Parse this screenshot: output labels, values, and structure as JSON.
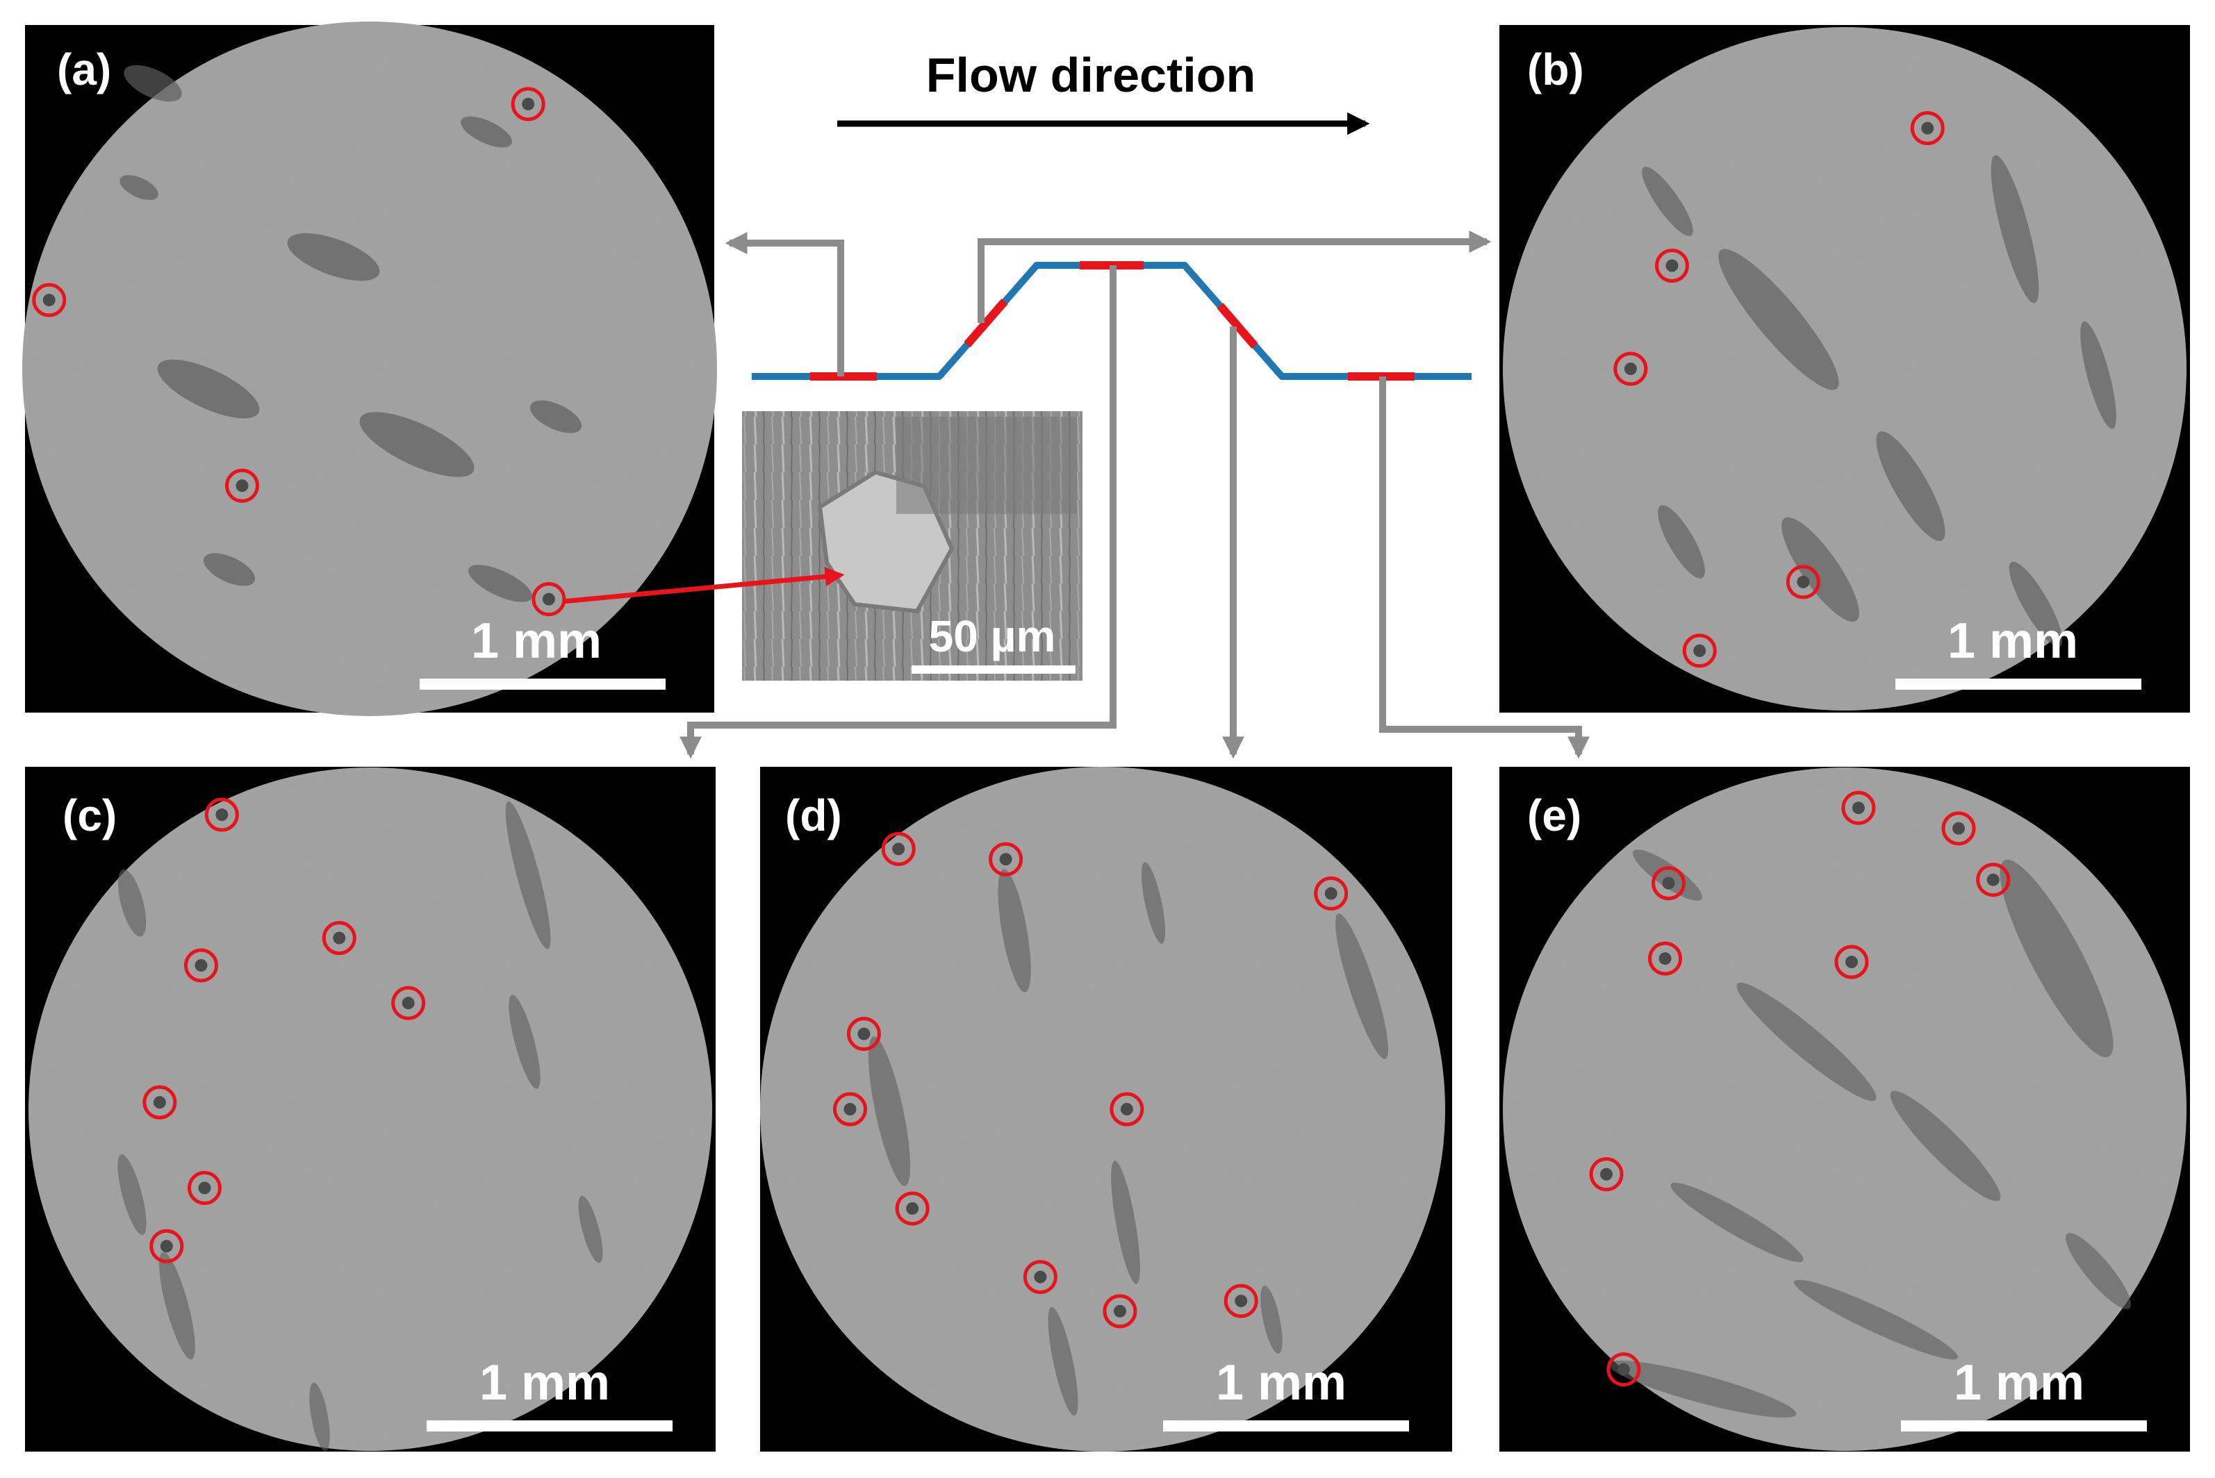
{
  "flow": {
    "label": "Flow direction"
  },
  "inset": {
    "scale_label": "50 µm"
  },
  "colors": {
    "path_blue": "#1f77b4",
    "highlight_red": "#e8141c",
    "arrow_gray": "#8c8c8c",
    "circle_red": "#e8141c"
  },
  "panels": [
    {
      "id": "a",
      "label": "(a)",
      "scale_label": "1 mm",
      "marked_particles": [
        [
          0.73,
          0.115
        ],
        [
          0.035,
          0.4
        ],
        [
          0.315,
          0.67
        ],
        [
          0.76,
          0.835
        ]
      ]
    },
    {
      "id": "b",
      "label": "(b)",
      "scale_label": "1 mm",
      "marked_particles": [
        [
          0.62,
          0.15
        ],
        [
          0.25,
          0.35
        ],
        [
          0.19,
          0.5
        ],
        [
          0.44,
          0.81
        ],
        [
          0.29,
          0.91
        ]
      ]
    },
    {
      "id": "c",
      "label": "(c)",
      "scale_label": "1 mm",
      "marked_particles": [
        [
          0.285,
          0.07
        ],
        [
          0.255,
          0.29
        ],
        [
          0.455,
          0.25
        ],
        [
          0.555,
          0.345
        ],
        [
          0.195,
          0.49
        ],
        [
          0.26,
          0.615
        ],
        [
          0.205,
          0.7
        ]
      ]
    },
    {
      "id": "d",
      "label": "(d)",
      "scale_label": "1 mm",
      "marked_particles": [
        [
          0.2,
          0.12
        ],
        [
          0.355,
          0.135
        ],
        [
          0.825,
          0.185
        ],
        [
          0.15,
          0.39
        ],
        [
          0.13,
          0.5
        ],
        [
          0.53,
          0.5
        ],
        [
          0.22,
          0.645
        ],
        [
          0.405,
          0.745
        ],
        [
          0.52,
          0.795
        ],
        [
          0.695,
          0.78
        ]
      ]
    },
    {
      "id": "e",
      "label": "(e)",
      "scale_label": "1 mm",
      "marked_particles": [
        [
          0.52,
          0.06
        ],
        [
          0.665,
          0.09
        ],
        [
          0.245,
          0.17
        ],
        [
          0.715,
          0.165
        ],
        [
          0.24,
          0.28
        ],
        [
          0.51,
          0.285
        ],
        [
          0.155,
          0.595
        ],
        [
          0.18,
          0.88
        ]
      ]
    }
  ]
}
